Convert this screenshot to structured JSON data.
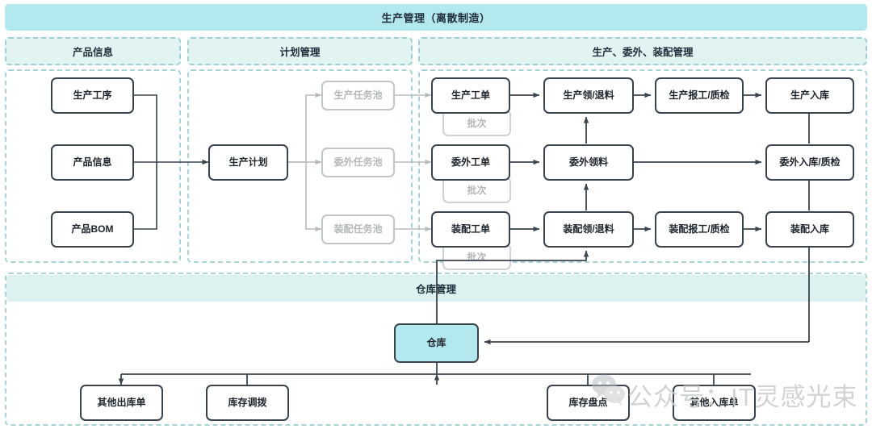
{
  "header": {
    "title": "生产管理（离散制造）"
  },
  "sections": [
    {
      "id": "product-info",
      "label": "产品信息"
    },
    {
      "id": "plan-mgmt",
      "label": "计划管理"
    },
    {
      "id": "prod-outsource-assembly",
      "label": "生产、委外、装配管理"
    },
    {
      "id": "warehouse-mgmt",
      "label": "仓库管理"
    }
  ],
  "nodes": {
    "product_info": [
      {
        "id": "process",
        "label": "生产工序"
      },
      {
        "id": "product",
        "label": "产品信息"
      },
      {
        "id": "bom",
        "label": "产品BOM"
      }
    ],
    "plan": [
      {
        "id": "plan",
        "label": "生产计划"
      }
    ],
    "task_pools": [
      {
        "id": "pool-prod",
        "label": "生产任务池"
      },
      {
        "id": "pool-out",
        "label": "委外任务池"
      },
      {
        "id": "pool-asm",
        "label": "装配任务池"
      }
    ],
    "work_orders": [
      {
        "id": "wo-prod",
        "label": "生产工单"
      },
      {
        "id": "wo-out",
        "label": "委外工单"
      },
      {
        "id": "wo-asm",
        "label": "装配工单"
      }
    ],
    "batches": [
      {
        "id": "batch-prod",
        "label": "批次"
      },
      {
        "id": "batch-out",
        "label": "批次"
      },
      {
        "id": "batch-asm",
        "label": "批次"
      }
    ],
    "picking": [
      {
        "id": "pick-prod",
        "label": "生产领/退料"
      },
      {
        "id": "pick-out",
        "label": "委外领料"
      },
      {
        "id": "pick-asm",
        "label": "装配领/退料"
      }
    ],
    "reporting": [
      {
        "id": "rep-prod",
        "label": "生产报工/质检"
      },
      {
        "id": "rep-asm",
        "label": "装配报工/质检"
      }
    ],
    "inbound": [
      {
        "id": "in-prod",
        "label": "生产入库"
      },
      {
        "id": "in-out",
        "label": "委外入库/质检"
      },
      {
        "id": "in-asm",
        "label": "装配入库"
      }
    ],
    "warehouse": [
      {
        "id": "warehouse",
        "label": "仓库"
      }
    ],
    "warehouse_docs": [
      {
        "id": "other-out",
        "label": "其他出库单"
      },
      {
        "id": "transfer",
        "label": "库存调拨"
      },
      {
        "id": "stocktake",
        "label": "库存盘点"
      },
      {
        "id": "other-in",
        "label": "其他入库单"
      }
    ]
  },
  "watermark": {
    "text": "公众号：IT灵感光束",
    "icon": "wechat-icon"
  },
  "colors": {
    "band_main": "#b3e8ee",
    "band_sub": "#e2f4f2",
    "lane_border": "#a8d4d6",
    "node_border": "#3b434d",
    "ghost_border": "#c3c6c8",
    "warehouse_fill": "#b3e8ee",
    "wire": "#3b434d",
    "wire_ghost": "#b9bcbe"
  }
}
